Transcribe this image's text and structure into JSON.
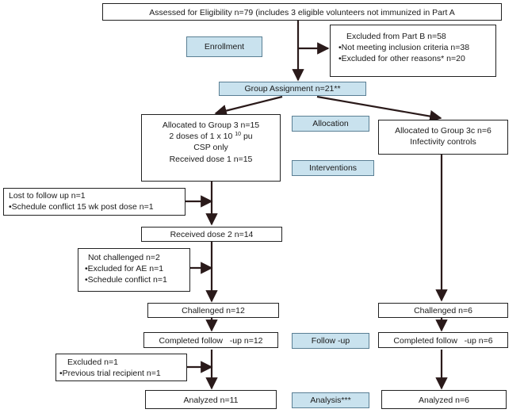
{
  "eligibility": "Assessed for Eligibility n=79 (includes 3 eligible volunteers not immunized in Part A",
  "stages": {
    "enrollment": "Enrollment",
    "group_assignment": "Group Assignment n=21**",
    "allocation": "Allocation",
    "interventions": "Interventions",
    "follow_up": "Follow -up",
    "analysis": "Analysis***"
  },
  "excluded_part_b": {
    "title": "Excluded from Part B n=58",
    "items": [
      "•Not meeting inclusion criteria n=38",
      "•Excluded for other reasons* n=20"
    ]
  },
  "group3": {
    "allocated": "Allocated to Group 3 n=15",
    "dose_prefix": "2 doses of 1 x 10",
    "dose_exp": "10",
    "dose_suffix": "pu",
    "csp": "CSP only",
    "dose1": "Received dose 1 n=15",
    "lost": "Lost to follow up n=1",
    "lost_reason": "•Schedule conflict 15 wk post dose n=1",
    "dose2": "Received dose 2 n=14",
    "not_challenged": "Not challenged n=2",
    "not_challenged_items": [
      "•Excluded for AE n=1",
      "•Schedule conflict n=1"
    ],
    "challenged": "Challenged n=12",
    "completed": "Completed follow   -up n=12",
    "excluded": "Excluded n=1",
    "excluded_reason": "•Previous trial recipient n=1",
    "analyzed": "Analyzed n=11"
  },
  "group3c": {
    "allocated": "Allocated to Group 3c n=6",
    "infectivity": "Infectivity controls",
    "challenged": "Challenged n=6",
    "completed": "Completed follow   -up n=6",
    "analyzed": "Analyzed n=6"
  },
  "colors": {
    "stage_fill": "#c9e2ee",
    "stage_border": "#5a7f94",
    "line": "#2a1a1a"
  }
}
